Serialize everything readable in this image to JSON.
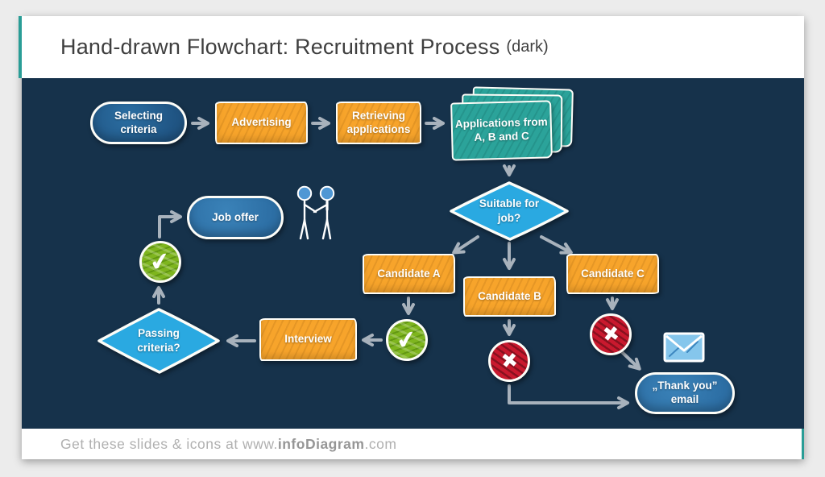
{
  "header": {
    "title": "Hand-drawn Flowchart: Recruitment Process",
    "variant": "(dark)"
  },
  "flowchart": {
    "selecting_criteria": {
      "label": "Selecting criteria"
    },
    "advertising": {
      "label": "Advertising"
    },
    "retrieving_applications": {
      "label": "Retrieving applications"
    },
    "applications_stack": {
      "label": "Applications from A, B and C"
    },
    "suitable_for_job": {
      "label": "Suitable for job?"
    },
    "candidate_a": {
      "label": "Candidate A"
    },
    "candidate_b": {
      "label": "Candidate B"
    },
    "candidate_c": {
      "label": "Candidate C"
    },
    "interview": {
      "label": "Interview"
    },
    "passing_criteria": {
      "label": "Passing criteria?"
    },
    "job_offer": {
      "label": "Job offer"
    },
    "thank_you_email": {
      "label": "„Thank you” email"
    },
    "icons": {
      "check": "✔",
      "cross": "✖"
    }
  },
  "footer": {
    "prefix": "Get these slides & icons at www.",
    "brand": "infoDiagram",
    "suffix": ".com"
  },
  "colors": {
    "navy": "#16324b",
    "orange": "#f7a42b",
    "teal": "#2ba39a",
    "sky": "#2aa9e1",
    "dark_blue": "#205584",
    "mid_blue": "#2d6fa5",
    "green": "#7eb51e",
    "red": "#c9192e",
    "arrow": "#a8b2bc",
    "accent": "#2a9d96",
    "title_text": "#3f3f3f",
    "footer_text": "#b0b0b0"
  }
}
